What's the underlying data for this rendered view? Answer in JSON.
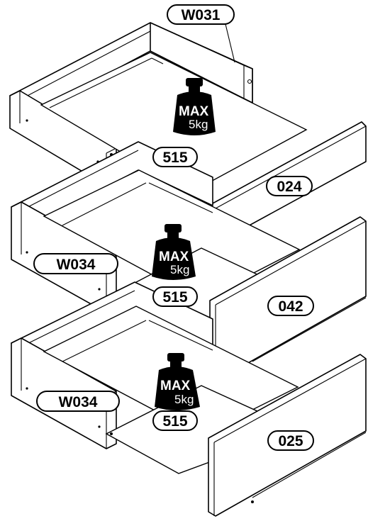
{
  "labels": {
    "top_panel_code": "W031",
    "drawer_side_code": "W034",
    "drawer_side_code_lower": "W034",
    "bottom_panel_code": "515",
    "front_top": "024",
    "front_middle": "042",
    "front_bottom": "025"
  },
  "weight_limit": {
    "max_label": "MAX",
    "value": "5kg"
  },
  "drawers": [
    {
      "front_code": "024",
      "bottom_code": "515",
      "side_code": "W031"
    },
    {
      "front_code": "042",
      "bottom_code": "515",
      "side_code": "W034"
    },
    {
      "front_code": "025",
      "bottom_code": "515",
      "side_code": "W034"
    }
  ]
}
